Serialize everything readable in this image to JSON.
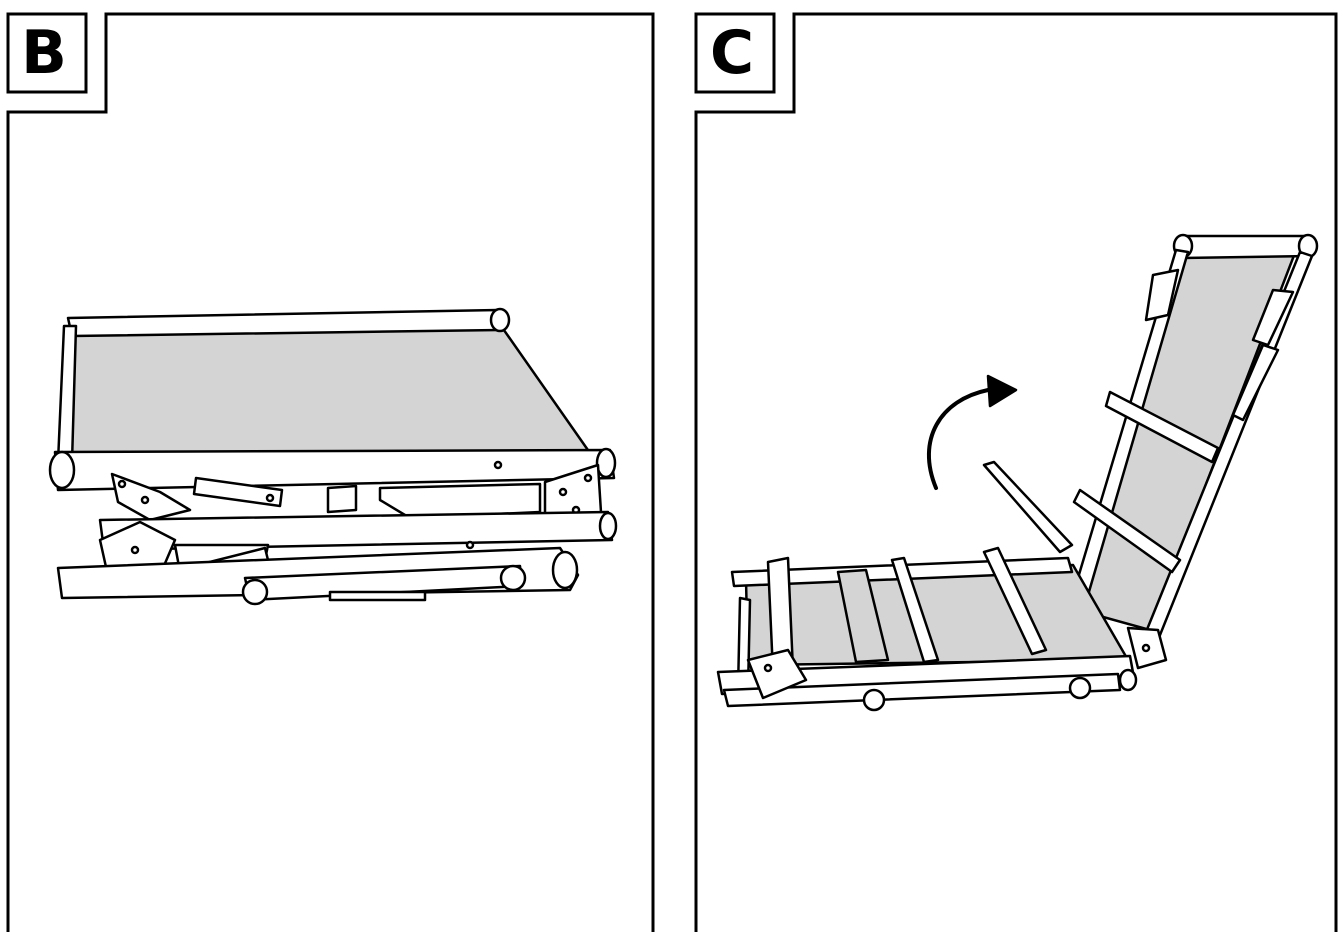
{
  "panels": [
    {
      "label": "B",
      "description_icon": "folded-lounger-illustration"
    },
    {
      "label": "C",
      "description_icon": "unfolding-lounger-illustration"
    }
  ],
  "colors": {
    "frame": "#000000",
    "fabric": "#d4d4d4",
    "background": "#ffffff"
  }
}
